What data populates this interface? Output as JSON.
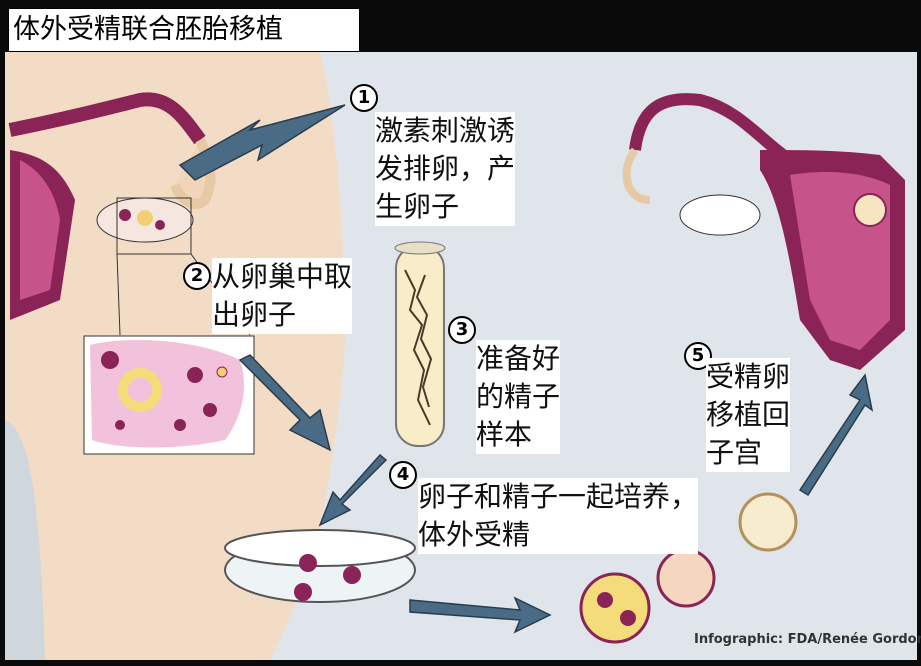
{
  "title": "体外受精联合胚胎移植",
  "steps": [
    {
      "number": "1",
      "text": "激素刺激诱\n发排卵，产\n生卵子"
    },
    {
      "number": "2",
      "text": "从卵巢中取\n出卵子"
    },
    {
      "number": "3",
      "text": "准备好\n的精子\n样本"
    },
    {
      "number": "4",
      "text": "卵子和精子一起培养，\n体外受精"
    },
    {
      "number": "5",
      "text": "受精卵\n移植回\n子宫"
    }
  ],
  "credit": "Infographic: FDA/Renée Gordon",
  "colors": {
    "skin": "#f3dcc6",
    "background": "#dfe5ea",
    "frame": "#0a0a0a",
    "uterus": "#8a2457",
    "arrow": "#4a6b85"
  }
}
